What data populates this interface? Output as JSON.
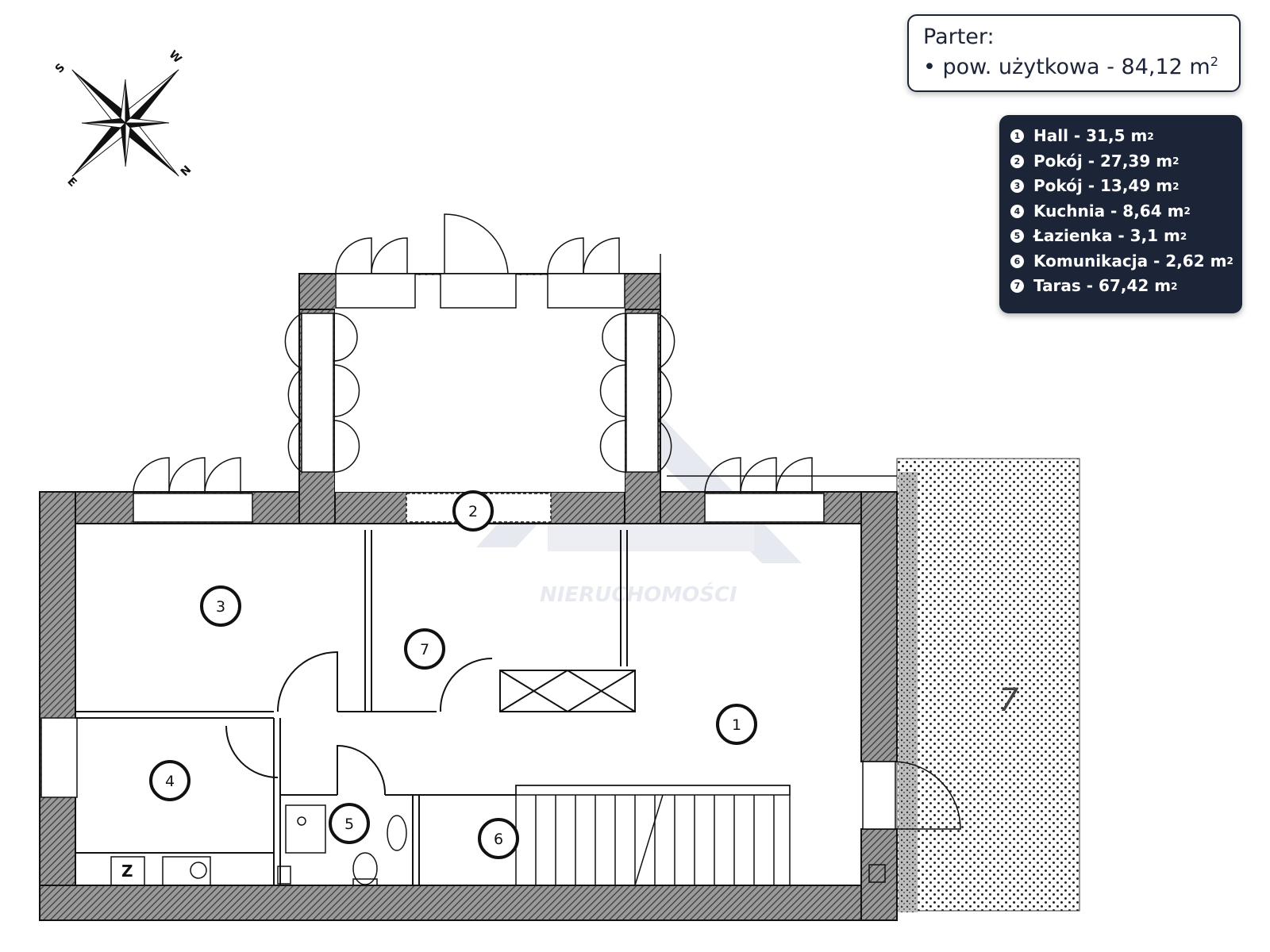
{
  "floor_info": {
    "title": "Parter:",
    "usable_area_label": "• pow. użytkowa - 84,12 m",
    "usable_area_unit_sup": "2"
  },
  "legend": {
    "items": [
      {
        "number": "1",
        "label": "Hall - 31,5 m",
        "sup": "2"
      },
      {
        "number": "2",
        "label": "Pokój - 27,39 m",
        "sup": "2"
      },
      {
        "number": "3",
        "label": "Pokój - 13,49 m",
        "sup": "2"
      },
      {
        "number": "4",
        "label": "Kuchnia - 8,64 m",
        "sup": "2"
      },
      {
        "number": "5",
        "label": "Łazienka - 3,1 m",
        "sup": "2"
      },
      {
        "number": "6",
        "label": "Komunikacja - 2,62 m",
        "sup": "2"
      },
      {
        "number": "7",
        "label": "Taras - 67,42 m",
        "sup": "2"
      }
    ]
  },
  "rooms": [
    "1",
    "2",
    "3",
    "4",
    "5",
    "6",
    "7"
  ],
  "terrace_label": "7",
  "fridge_label": "Z",
  "watermark": "NIERUCHOMOŚCI",
  "compass": {
    "n": "N",
    "s": "S",
    "e": "E",
    "w": "W"
  },
  "colors": {
    "panel": "#1c2438",
    "wall_hatch": "#444444",
    "watermark": "#c9cfdd"
  }
}
